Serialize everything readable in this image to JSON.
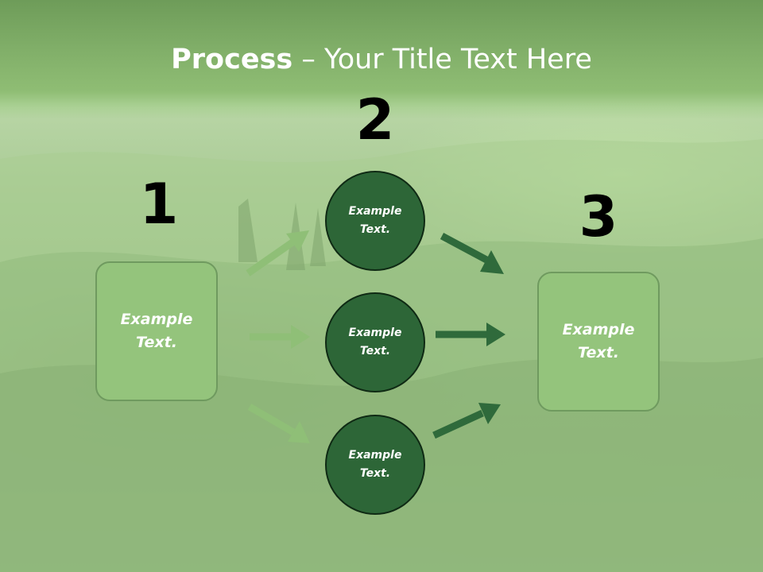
{
  "title": {
    "bold": "Process",
    "rest": " – Your Title Text Here"
  },
  "numbers": {
    "n1": "1",
    "n2": "2",
    "n3": "3"
  },
  "left_box": {
    "text": "Example\nText."
  },
  "right_box": {
    "text": "Example\nText."
  },
  "circles": [
    {
      "text": "Example\nText."
    },
    {
      "text": "Example\nText."
    },
    {
      "text": "Example\nText."
    }
  ],
  "colors": {
    "light_green": "#94c47c",
    "dark_green": "#2d6637",
    "light_arrow": "#8fbf77",
    "dark_arrow": "#2f6a3b"
  }
}
